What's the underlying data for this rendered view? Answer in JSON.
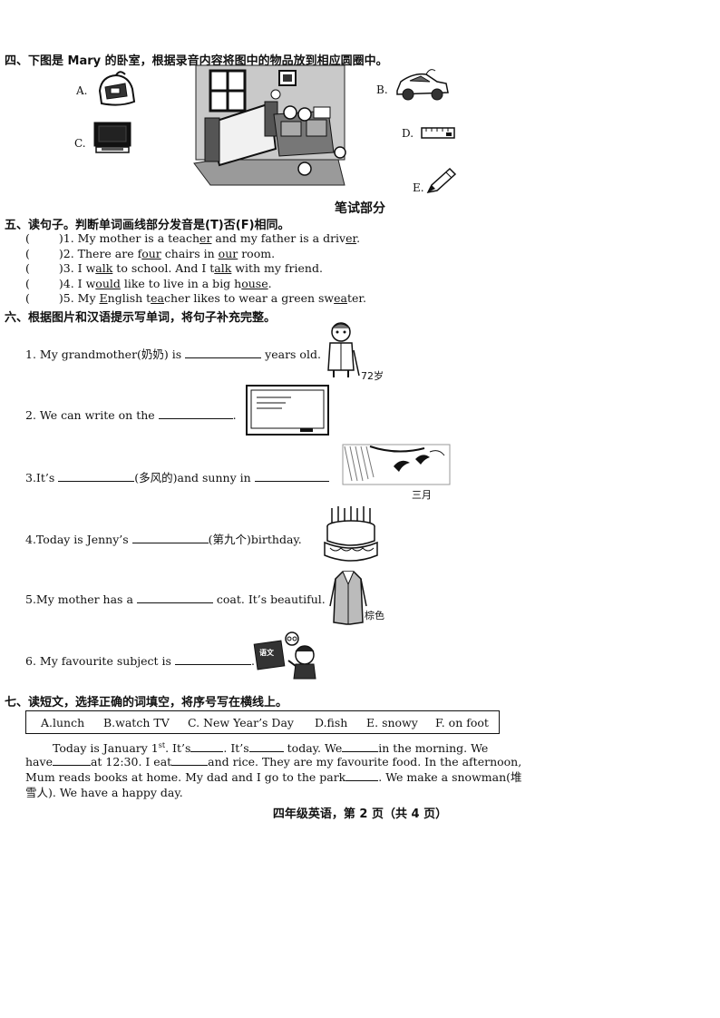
{
  "sec4": {
    "title": "四、下图是 Mary 的卧室，根据录音内容将图中的物品放到相应圆圈中。",
    "labels": {
      "a": "A.",
      "b": "B.",
      "c": "C.",
      "d": "D.",
      "e": "E."
    }
  },
  "written_part": "笔试部分",
  "sec5": {
    "title": "五、读句子。判断单词画线部分发音是(T)否(F)相同。",
    "items": [
      {
        "p": "(",
        "n": ")1. ",
        "t1": "My mother is a teach",
        "u1": "er",
        "t2": " and my father is a driv",
        "u2": "er",
        "t3": "."
      },
      {
        "p": "(",
        "n": ")2. ",
        "t1": "There are f",
        "u1": "our",
        "t2": " chairs in ",
        "u2": "our",
        "t3": " room."
      },
      {
        "p": "(",
        "n": ")3. ",
        "t1": "I w",
        "u1": "alk",
        "t2": " to school. And I t",
        "u2": "alk",
        "t3": " with my friend."
      },
      {
        "p": "(",
        "n": ")4. ",
        "t1": "I w",
        "u1": "ould",
        "t2": " like to live in a big h",
        "u2": "ouse",
        "t3": "."
      },
      {
        "p": "(",
        "n": ")5. ",
        "t1": "My ",
        "u1": "E",
        "t2": "nglish t",
        "u2": "ea",
        "t3": "cher likes to wear a green sw",
        "u3": "ea",
        "t4": "ter."
      }
    ]
  },
  "sec6": {
    "title": "六、根据图片和汉语提示写单词，将句子补充完整。",
    "q1a": "1. My grandmother(奶奶) is",
    "q1b": "years old.",
    "q1hint": "72岁",
    "q2a": "2. We can write on the",
    "q2b": ".",
    "q3a": "3.It’s",
    "q3b": "(多风的)and sunny in",
    "q3hint": "三月",
    "q4a": "4.Today is Jenny’s",
    "q4b": "(第九个)birthday.",
    "q5a": "5.My mother has a",
    "q5b": "coat. It’s beautiful.",
    "q5hint": "棕色",
    "q6a": "6. My favourite subject is",
    "q6b": ".",
    "q6book": "语文"
  },
  "sec7": {
    "title": "七、读短文，选择正确的词填空，将序号写在横线上。",
    "options": [
      "A.lunch",
      "B.watch TV",
      "C. New Year’s Day",
      "D.fish",
      "E. snowy",
      "F. on foot"
    ],
    "p1a": "Today is January 1",
    "p1sup": "st",
    "p1b": ". It’s",
    "p1c": ". It’s",
    "p1d": "today. We",
    "p1e": "in the morning. We",
    "p2a": "have",
    "p2b": "at 12:30. I eat",
    "p2c": "and rice. They are my favourite food. In the afternoon,",
    "p3a": "Mum reads books at home. My dad and I go to the park",
    "p3b": ". We make a snowman(堆",
    "p4": "雪人). We have a happy day."
  },
  "footer": "四年级英语，第 2 页（共 4 页）"
}
